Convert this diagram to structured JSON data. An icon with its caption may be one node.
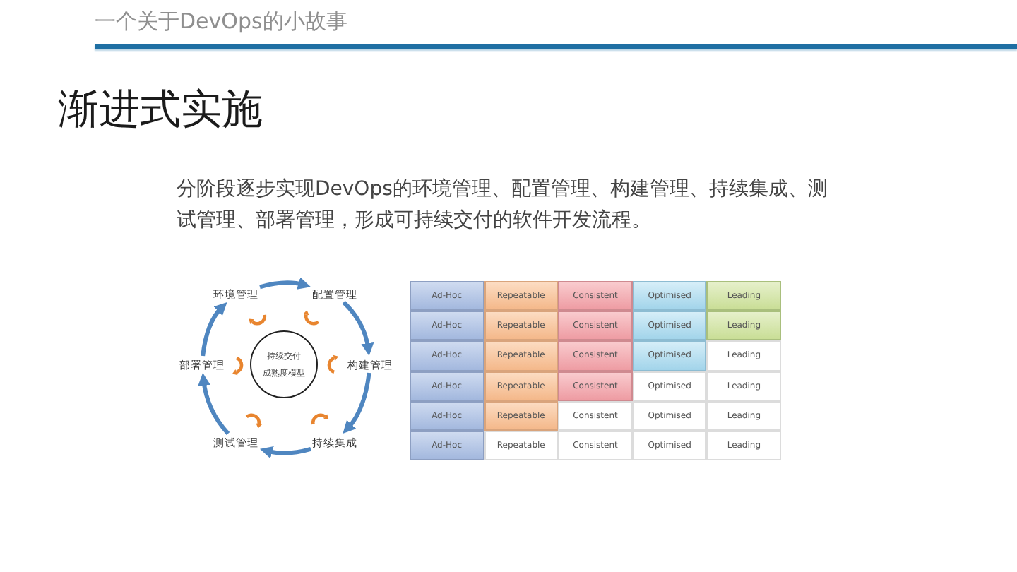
{
  "diagram": {
    "title": "渐进式实施",
    "nodes": [
      {
        "text": [
          "环境管理"
        ]
      },
      {
        "text": [
          "配置管理"
        ]
      },
      {
        "text": [
          "构建管理"
        ]
      },
      {
        "text": [
          "持续集成"
        ]
      },
      {
        "text": [
          "测试管理"
        ]
      },
      {
        "text": [
          "部署管理"
        ]
      },
      {
        "text": [
          "持续交付",
          "成熟度模型"
        ]
      }
    ],
    "edges": [
      {
        "from": 0,
        "to": 1,
        "arrow": "to"
      },
      {
        "from": 1,
        "to": 2,
        "arrow": "to"
      },
      {
        "from": 2,
        "to": 3,
        "arrow": "to"
      },
      {
        "from": 3,
        "to": 4,
        "arrow": "to"
      },
      {
        "from": 4,
        "to": 5,
        "arrow": "to"
      },
      {
        "from": 5,
        "to": 0,
        "arrow": "to"
      }
    ],
    "labels": [
      "一个关于DevOps的小故事",
      "分阶段逐步实现DevOps的环境管理、配置管理、构建管理、持续集成、测试管理、部署管理，形成可持续交付的软件开发流程。",
      "Ad-Hoc",
      "Repeatable",
      "Consistent",
      "Optimised",
      "Leading",
      "Ad-Hoc",
      "Repeatable",
      "Consistent",
      "Optimised",
      "Leading",
      "Ad-Hoc",
      "Repeatable",
      "Consistent",
      "Optimised",
      "Leading",
      "Ad-Hoc",
      "Repeatable",
      "Consistent",
      "Optimised",
      "Leading",
      "Ad-Hoc",
      "Repeatable",
      "Consistent",
      "Optimised",
      "Leading",
      "Ad-Hoc",
      "Repeatable",
      "Consistent",
      "Optimised",
      "Leading"
    ]
  }
}
